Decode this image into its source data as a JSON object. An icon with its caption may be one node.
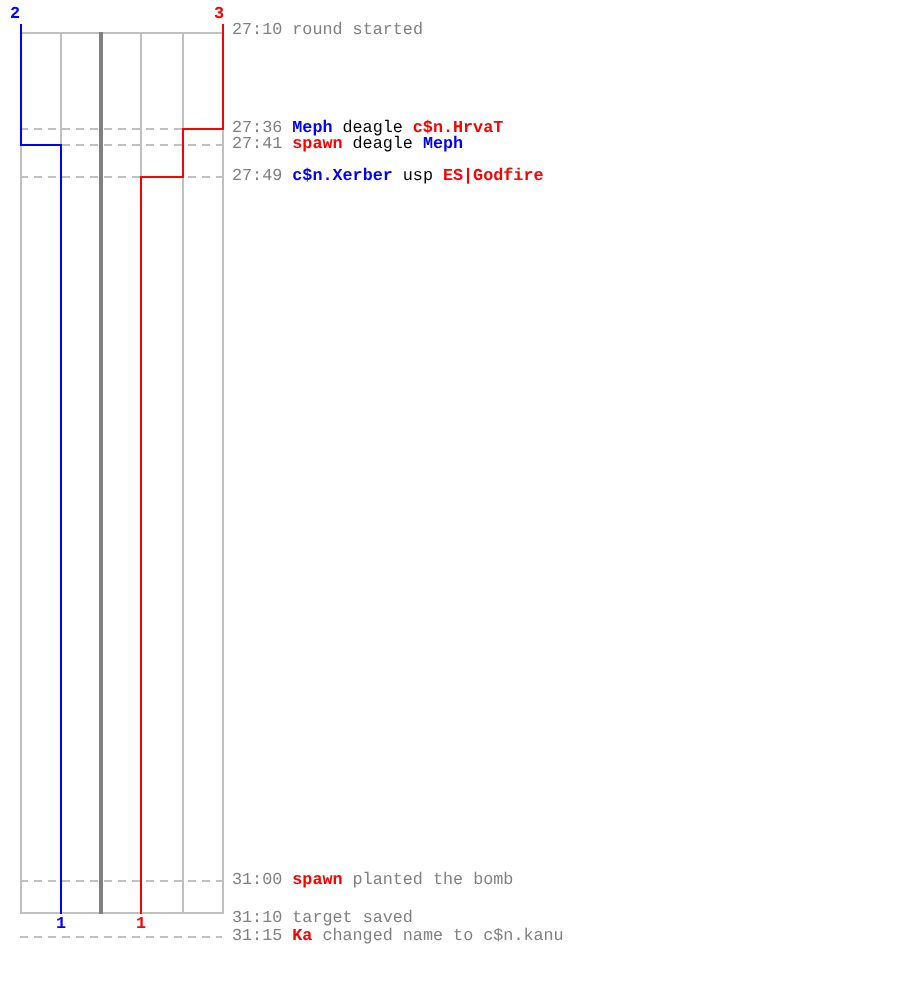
{
  "diagram": {
    "labels": [
      "2",
      "3",
      "27:10",
      "round started",
      "27:36",
      "Meph",
      "deagle",
      "c$n.HrvaT",
      "27:41",
      "spawn",
      "deagle",
      "Meph",
      "27:49",
      "c$n.Xerber",
      "usp",
      "ES|Godfire",
      "31:00",
      "spawn",
      "planted the bomb",
      "31:10",
      "target saved",
      "31:15",
      "Ka",
      "changed name to c$n.kanu",
      "1",
      "1"
    ]
  }
}
